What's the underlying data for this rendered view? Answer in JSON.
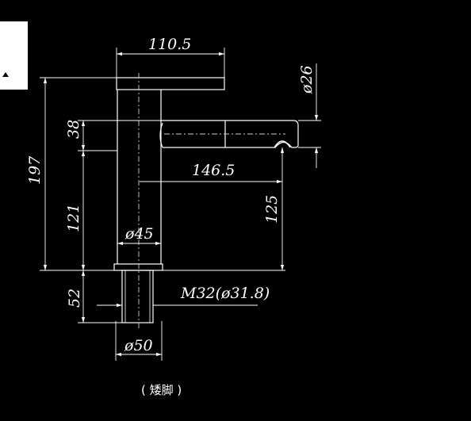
{
  "dimensions": {
    "handle_width": "110.5",
    "spout_diameter": "ø26",
    "handle_height": "38",
    "total_height": "197",
    "spout_reach": "146.5",
    "outlet_height": "125",
    "base_height": "121",
    "body_diameter": "ø45",
    "shank_length": "52",
    "thread": "M32(ø31.8)",
    "shank_diameter": "ø50"
  },
  "caption": "( 矮脚 )",
  "colors": {
    "background": "#000000",
    "lines": "#ffffff",
    "centerline": "#cfcfcf",
    "panel": "#ffffff"
  },
  "icons": {
    "side_tab": "caret-up-icon"
  }
}
